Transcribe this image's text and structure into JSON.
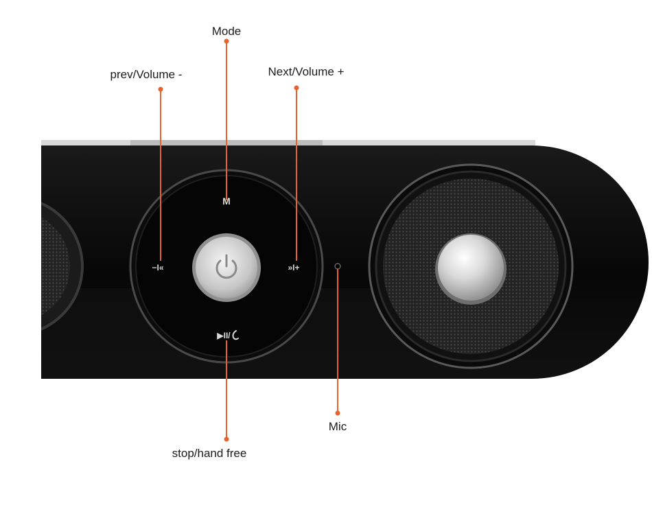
{
  "labels": {
    "mode": "Mode",
    "prev": "prev/Volume -",
    "next": "Next/Volume +",
    "mic": "Mic",
    "stop": "stop/hand free"
  },
  "button_glyphs": {
    "mode": "M",
    "prev": "−I«",
    "next": "»I+",
    "play": "▶II/"
  },
  "colors": {
    "callout": "#e8622c",
    "body": "#0b0b0b",
    "accent_silver": "#c9c9c9"
  }
}
